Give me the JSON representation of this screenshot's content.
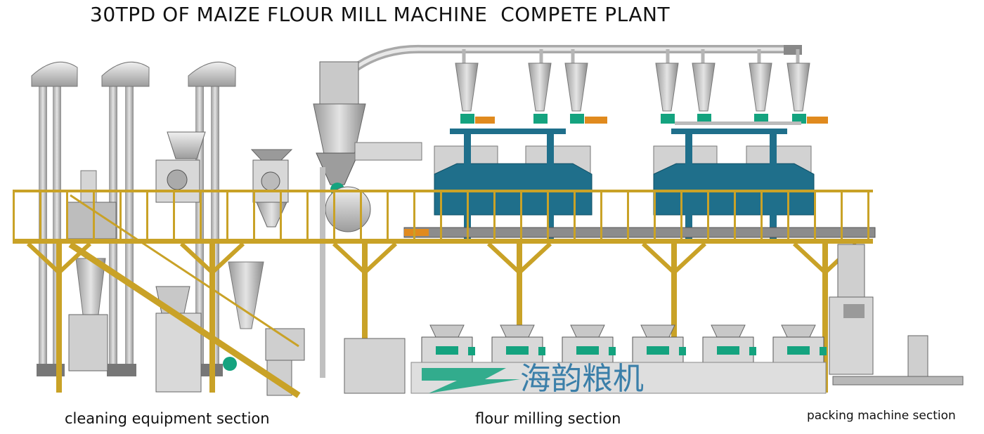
{
  "title": "30TPD OF MAIZE FLOUR MILL MACHINE  COMPETE PLANT",
  "sections": {
    "cleaning": "cleaning equipment section",
    "milling": "flour milling section",
    "packing": "packing machine section"
  },
  "watermark": "海韵粮机",
  "colors": {
    "frame": "#c9a227",
    "sifter": "#1f6f8b",
    "metal": "#c8c8c8",
    "teal": "#14a37f",
    "motor": "#e08a1e"
  }
}
